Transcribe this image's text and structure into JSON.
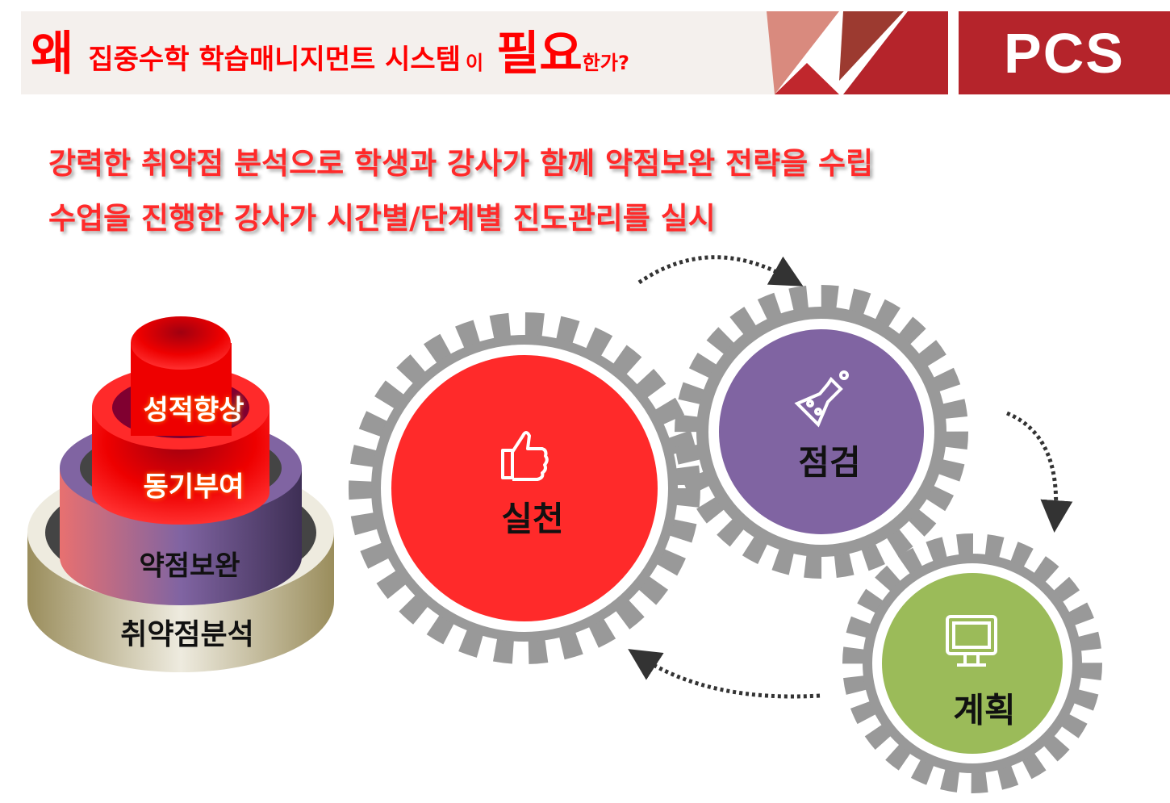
{
  "header": {
    "word_why": "왜",
    "phrase": "집중수학 학습매니지먼트 시스템",
    "particle": "이",
    "word_need": "필요",
    "ending": "한가?",
    "brand": "PCS"
  },
  "subtitle": {
    "line1": "강력한 취약점 분석으로 학생과 강사가 함께 약점보완 전략을 수립",
    "line2": "수업을 진행한 강사가  시간별/단계별 진도관리를 실시"
  },
  "pyramid": {
    "top": "성적향상",
    "second": "동기부여",
    "third": "약점보완",
    "base": "취약점분석"
  },
  "cycle": {
    "practice": "실천",
    "check": "점검",
    "plan": "계획"
  },
  "icons": {
    "practice": "thumbs-up-icon",
    "check": "flask-icon",
    "plan": "monitor-icon"
  },
  "colors": {
    "red": "#ff2a2a",
    "brand": "#b5242b",
    "purple": "#8064a2",
    "green": "#9bbb59",
    "gear": "#999999"
  }
}
